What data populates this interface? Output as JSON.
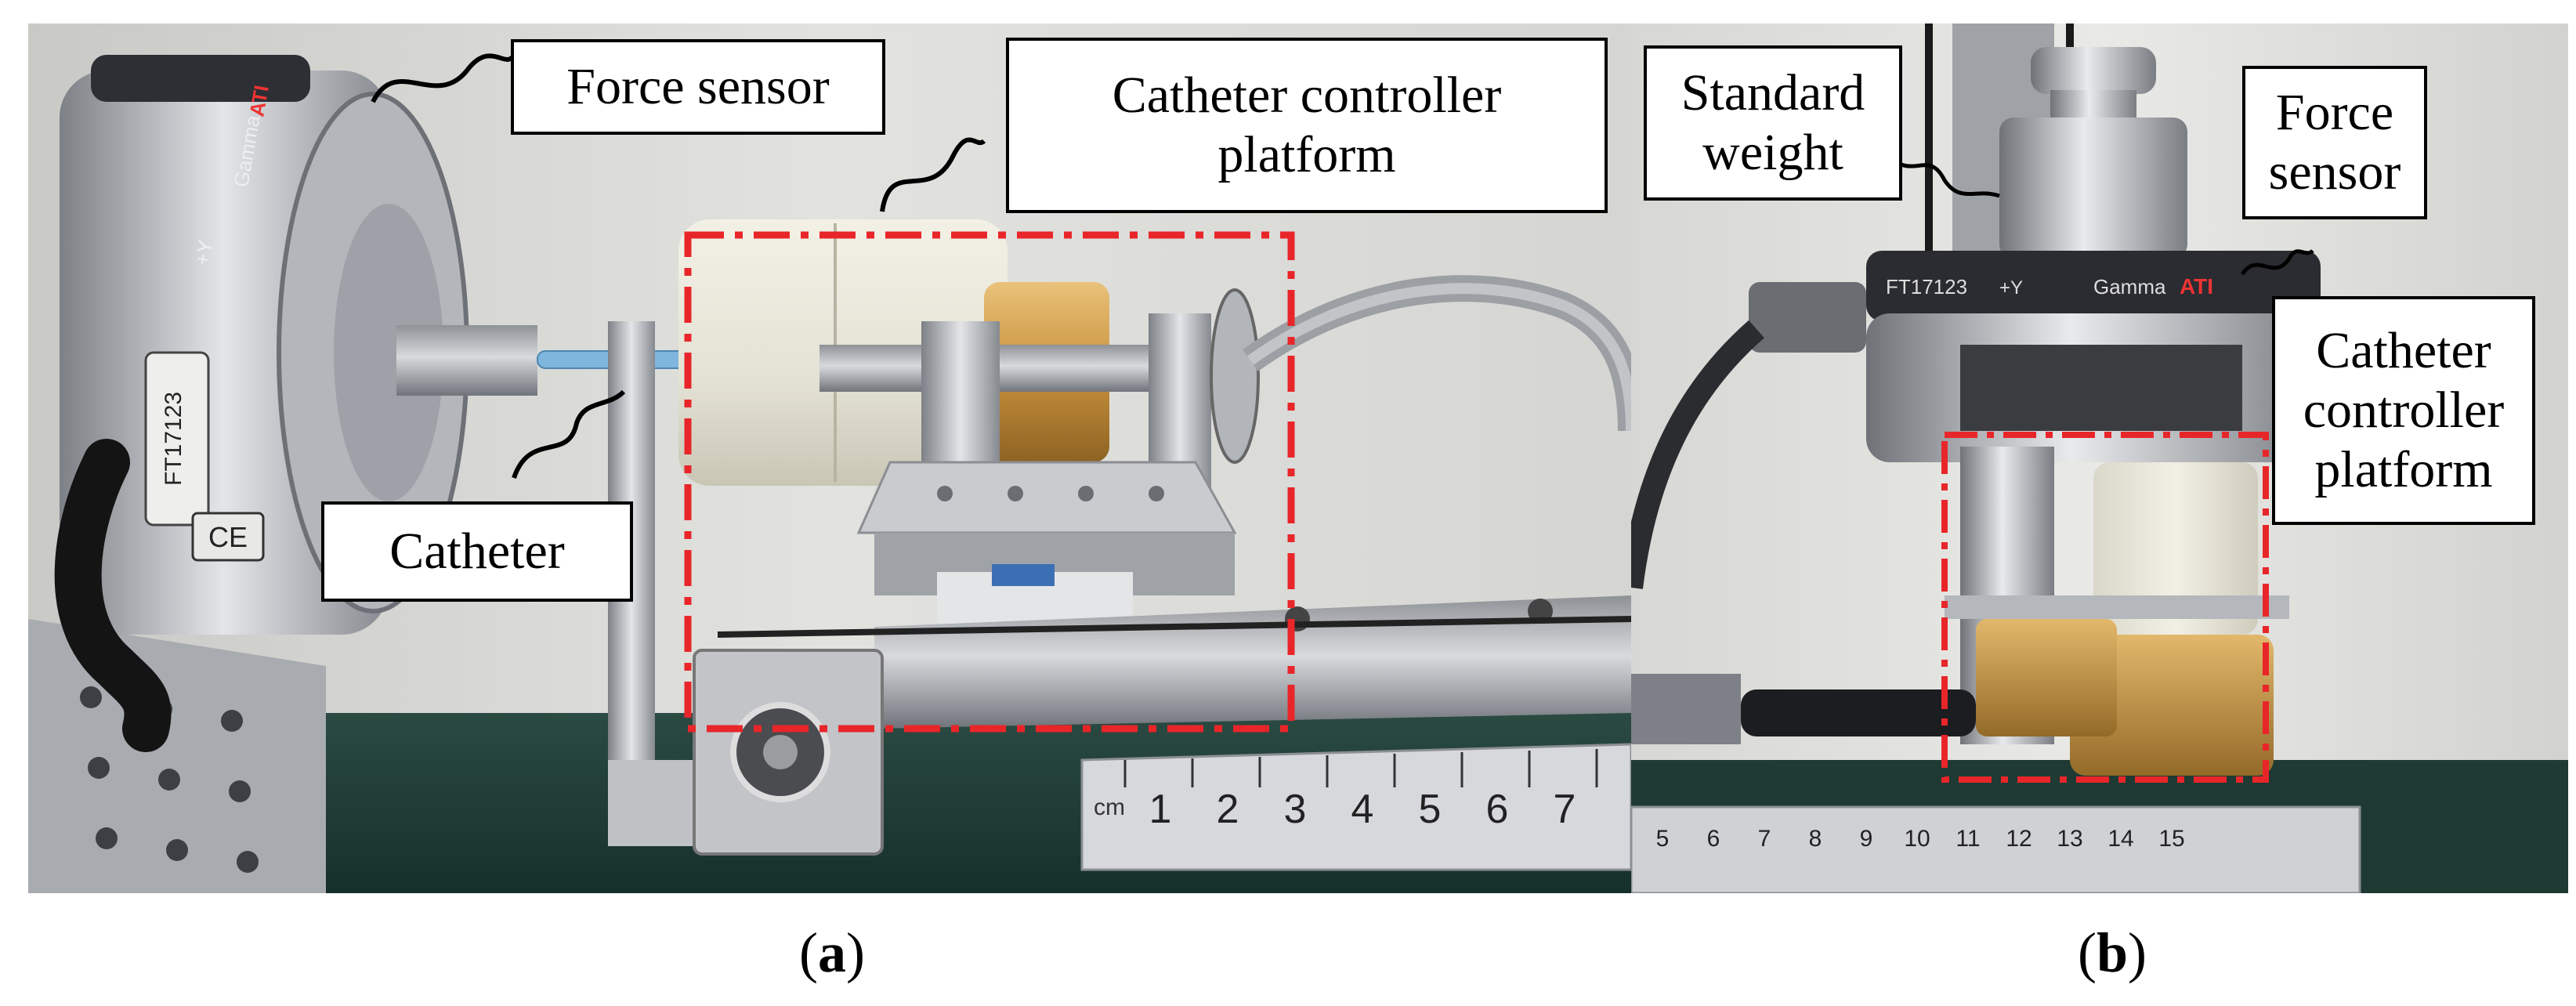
{
  "panel_a": {
    "label_open": "(",
    "label_letter": "a",
    "label_close": ")",
    "callouts": {
      "force_sensor": "Force sensor",
      "controller_platform": "Catheter controller\nplatform",
      "catheter": "Catheter"
    },
    "device_texts": {
      "brand": "Gamma",
      "maker": "ATI",
      "serial": "FT17123",
      "axis": "+Y",
      "ce": "CE"
    },
    "ruler_text": {
      "unit": "cm",
      "ticks": [
        "1",
        "2",
        "3",
        "4",
        "5",
        "6",
        "7"
      ]
    }
  },
  "panel_b": {
    "label_open": "(",
    "label_letter": "b",
    "label_close": ")",
    "callouts": {
      "standard_weight": "Standard\nweight",
      "force_sensor": "Force\nsensor",
      "controller_platform": "Catheter\ncontroller\nplatform"
    },
    "device_texts": {
      "serial": "FT17123",
      "axis": "+Y",
      "brand": "Gamma",
      "maker": "ATI"
    },
    "ruler_text": {
      "ticks": [
        "5",
        "6",
        "7",
        "8",
        "9",
        "10",
        "11",
        "12",
        "13",
        "14",
        "15"
      ]
    }
  },
  "colors": {
    "highlight_box": "#e8262a",
    "callout_border": "#000000",
    "wall": "#dcdcd8",
    "metal": "#b9bcc0",
    "bench": "#1f3b34"
  }
}
